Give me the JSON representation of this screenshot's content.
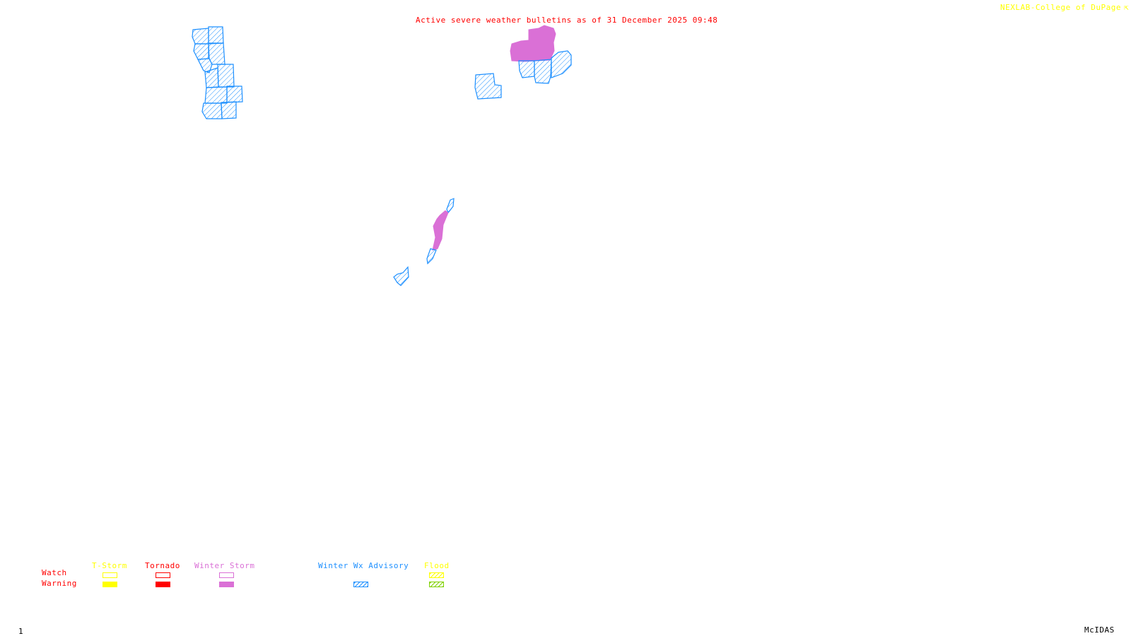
{
  "header": {
    "title": "Active severe weather bulletins as of 31 December 2025 09:48",
    "credit": "NEXLAB-College of DuPage"
  },
  "footer": {
    "frame_number": "1",
    "software": "McIDAS"
  },
  "colors": {
    "title": "#ff0000",
    "credit": "#ffff00",
    "tstorm": "#ffff00",
    "tornado": "#ff0000",
    "winter_storm": "#da70d6",
    "winter_wx_advisory": "#1e90ff",
    "flood_watch": "#ffff00",
    "flood_warning": "#7fd000"
  },
  "legend": {
    "row_labels": {
      "watch": "Watch",
      "warning": "Warning"
    },
    "columns": [
      {
        "label": "T-Storm",
        "watch": "outline",
        "warning": "filled"
      },
      {
        "label": "Tornado",
        "watch": "outline",
        "warning": "filled"
      },
      {
        "label": "Winter Storm",
        "watch": "outline",
        "warning": "filled"
      },
      {
        "label": "Winter Wx Advisory",
        "watch": "none",
        "warning": "hatched"
      },
      {
        "label": "Flood",
        "watch": "hatched",
        "warning": "hatched"
      }
    ]
  },
  "map_layers": [
    {
      "type": "Winter Wx Advisory",
      "region": "northwest county cluster"
    },
    {
      "type": "Winter Storm Warning",
      "region": "north-central area"
    },
    {
      "type": "Winter Wx Advisory",
      "region": "north-central counties"
    },
    {
      "type": "Winter Wx Advisory",
      "region": "isolated county north-central"
    },
    {
      "type": "Winter Storm Warning",
      "region": "central narrow strip"
    },
    {
      "type": "Winter Wx Advisory",
      "region": "central narrow strip ends"
    },
    {
      "type": "Winter Wx Advisory",
      "region": "small central area"
    }
  ]
}
